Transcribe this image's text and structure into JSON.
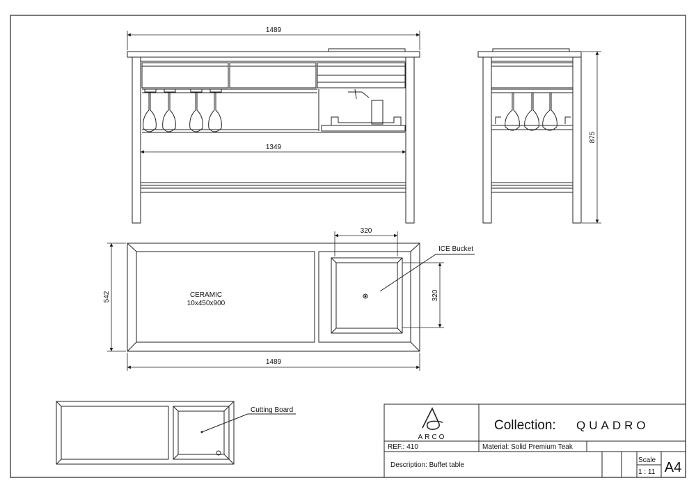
{
  "dimensions": {
    "front_width": "1489",
    "inner_width": "1349",
    "height": "875",
    "top_width": "1489",
    "depth": "542",
    "bucket_width": "320",
    "bucket_depth": "320"
  },
  "labels": {
    "ceramic_title": "CERAMIC",
    "ceramic_size": "10x450x900",
    "ice_bucket": "ICE Bucket",
    "cutting_board": "Cutting Board"
  },
  "title_block": {
    "logo_text": "ARCO",
    "collection_label": "Collection:",
    "collection_name": "QUADRO",
    "ref": "REF.: 410",
    "material": "Material: Solid Premium Teak",
    "description": "Description: Buffet table",
    "scale_label": "Scale",
    "scale_value": "1 : 11",
    "paper_size": "A4"
  }
}
